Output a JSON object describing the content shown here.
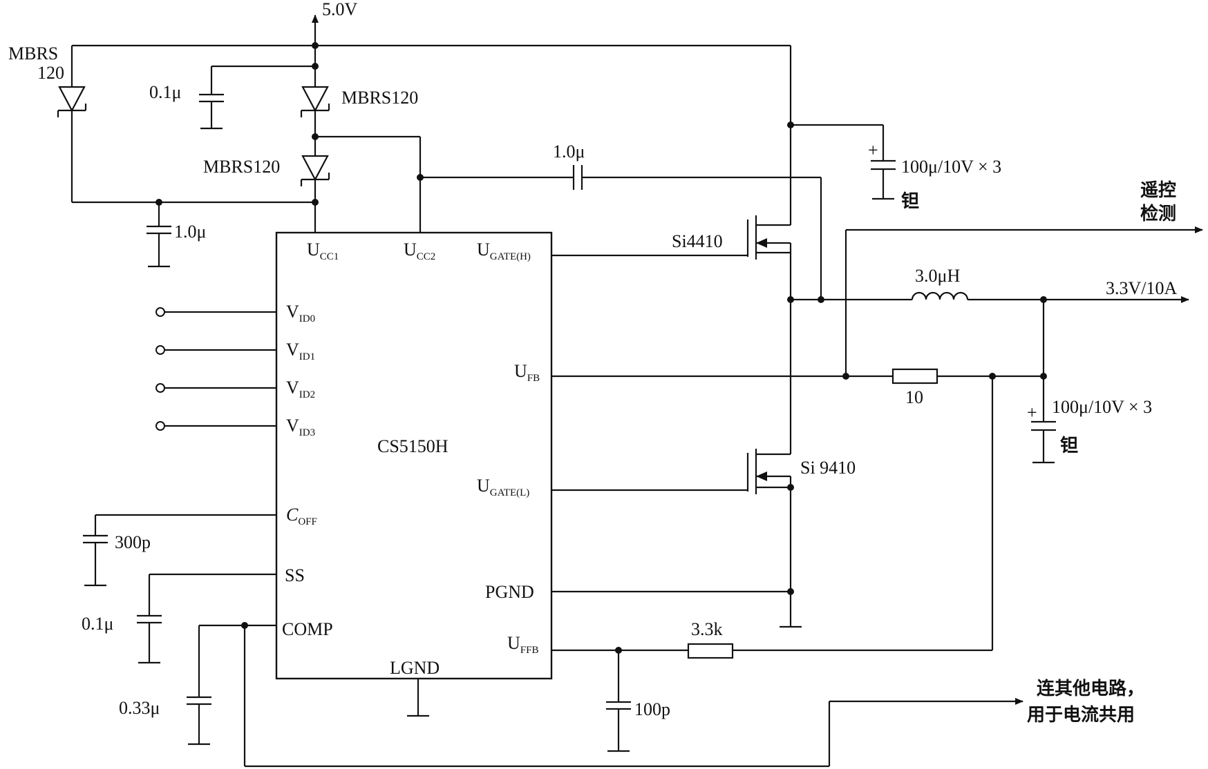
{
  "supply": {
    "vin": "5.0V"
  },
  "diodes": {
    "d_left_a": "MBRS",
    "d_left_b": "120",
    "d_top": "MBRS120",
    "d_mid": "MBRS120"
  },
  "caps": {
    "c_top": "0.1μ",
    "c_left": "1.0μ",
    "c_boot": "1.0μ",
    "c_in": "100μ/10V × 3",
    "c_in_type": "钽",
    "c_out": "100μ/10V × 3",
    "c_out_type": "钽",
    "c_off": "300p",
    "c_ss": "0.1μ",
    "c_comp": "0.33μ",
    "c_fb": "100p"
  },
  "ic": {
    "name": "CS5150H",
    "pins": {
      "ucc1": "U",
      "ucc1_sub": "CC1",
      "ucc2": "U",
      "ucc2_sub": "CC2",
      "ugateh": "U",
      "ugateh_sub": "GATE(H)",
      "vid0": "V",
      "vid0_sub": "ID0",
      "vid1": "V",
      "vid1_sub": "ID1",
      "vid2": "V",
      "vid2_sub": "ID2",
      "vid3": "V",
      "vid3_sub": "ID3",
      "ufb": "U",
      "ufb_sub": "FB",
      "ugatel": "U",
      "ugatel_sub": "GATE(L)",
      "coff": "C",
      "coff_sub": "OFF",
      "ss": "SS",
      "comp": "COMP",
      "pgnd": "PGND",
      "uffb": "U",
      "uffb_sub": "FFB",
      "lgnd": "LGND"
    }
  },
  "mosfets": {
    "high": "Si4410",
    "low": "Si 9410"
  },
  "inductor": {
    "value": "3.0μH"
  },
  "resistors": {
    "r_fb": "10",
    "r_ffb": "3.3k"
  },
  "outputs": {
    "remote_a": "遥控",
    "remote_b": "检测",
    "vout": "3.3V/10A",
    "share_a": "连其他电路，",
    "share_b": "用于电流共用"
  }
}
